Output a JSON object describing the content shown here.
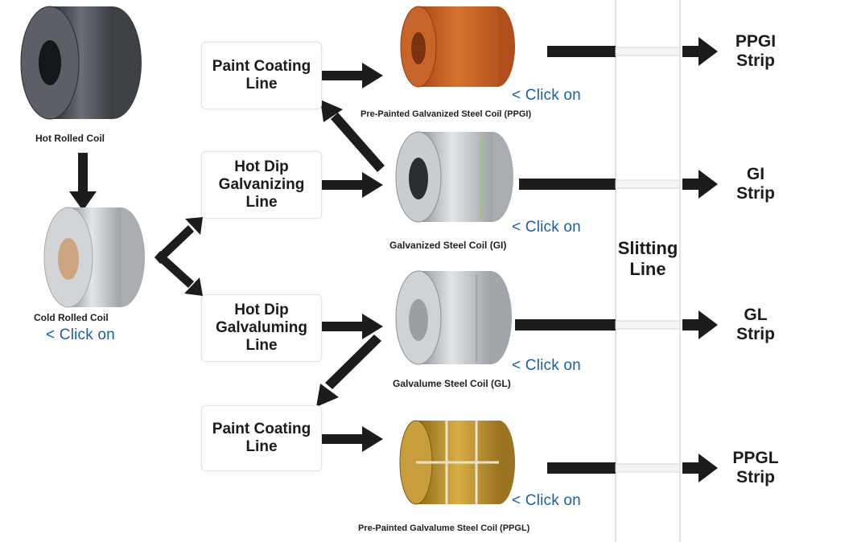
{
  "colors": {
    "arrow": "#1c1c1c",
    "link": "#1a5fa6",
    "ppgi_coil": "#c8611f",
    "ppgl_coil": "#c69a2c",
    "steel": "#b8bcc0"
  },
  "hot_rolled": {
    "label": "Hot Rolled Coil"
  },
  "cold_rolled": {
    "label": "Cold Rolled Coil",
    "link": "< Click on"
  },
  "lines": {
    "paint_coating_top": "Paint Coating\nLine",
    "hot_dip_galvanizing": "Hot Dip\nGalvanizing\nLine",
    "hot_dip_galvaluming": "Hot Dip\nGalvaluming\nLine",
    "paint_coating_bottom": "Paint Coating\nLine"
  },
  "products": {
    "ppgi": {
      "label": "Pre-Painted Galvanized Steel Coil (PPGI)",
      "link": "< Click on"
    },
    "gi": {
      "label": "Galvanized Steel Coil (GI)",
      "link": "< Click on"
    },
    "gl": {
      "label": "Galvalume Steel Coil (GL)",
      "link": "< Click on"
    },
    "ppgl": {
      "label": "Pre-Painted Galvalume Steel Coil (PPGL)",
      "link": "< Click on"
    }
  },
  "slitting": {
    "label": "Slitting\nLine"
  },
  "strips": {
    "ppgi": "PPGI\nStrip",
    "gi": "GI\nStrip",
    "gl": "GL\nStrip",
    "ppgl": "PPGL\nStrip"
  }
}
